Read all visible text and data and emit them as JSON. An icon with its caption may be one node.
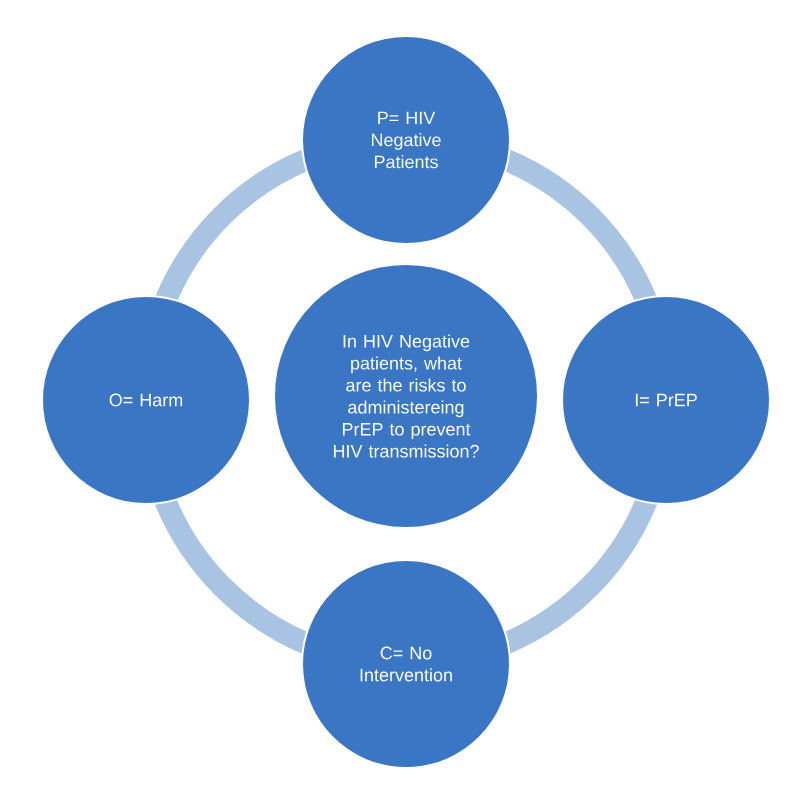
{
  "diagram": {
    "nodes": [
      {
        "text": [
          "P= HIV Negative Patients"
        ]
      },
      {
        "text": [
          "O= Harm"
        ]
      },
      {
        "text": [
          "In HIV Negative patients, what are the risks to administereing PrEP to prevent HIV transmission?"
        ]
      },
      {
        "text": [
          "I= PrEP"
        ]
      },
      {
        "text": [
          "C= No Intervention"
        ]
      }
    ],
    "edges": [
      {
        "from": 0,
        "to": 3,
        "arrow": "none"
      },
      {
        "from": 3,
        "to": 4,
        "arrow": "none"
      },
      {
        "from": 4,
        "to": 1,
        "arrow": "none"
      },
      {
        "from": 1,
        "to": 0,
        "arrow": "none"
      }
    ]
  }
}
